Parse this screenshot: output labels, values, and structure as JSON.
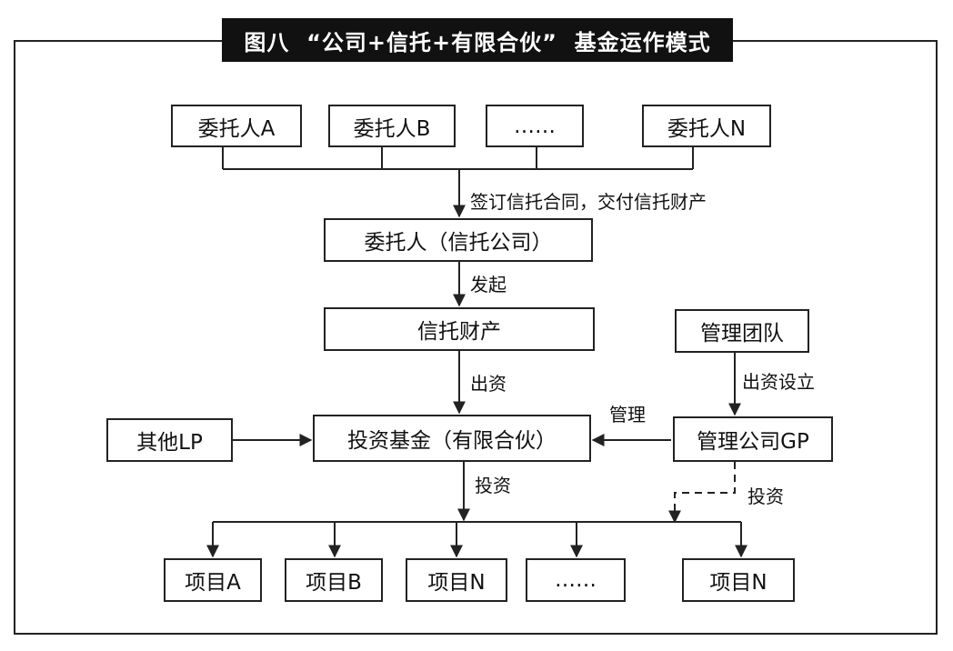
{
  "title": "图八  “公司+信托+有限合伙”  基金运作模式",
  "nodes": {
    "client_a": "委托人A",
    "client_b": "委托人B",
    "client_dots": "……",
    "client_n": "委托人N",
    "trust_company": "委托人（信托公司）",
    "trust_property": "信托财产",
    "mgmt_team": "管理团队",
    "other_lp": "其他LP",
    "fund": "投资基金（有限合伙）",
    "gp": "管理公司GP",
    "proj_a": "项目A",
    "proj_b": "项目B",
    "proj_n1": "项目N",
    "proj_dots": "……",
    "proj_n2": "项目N"
  },
  "edges": {
    "sign": "签订信托合同，交付信托财产",
    "initiate": "发起",
    "fund_out": "出资",
    "establish": "出资设立",
    "manage": "管理",
    "invest1": "投资",
    "invest2": "投资"
  }
}
